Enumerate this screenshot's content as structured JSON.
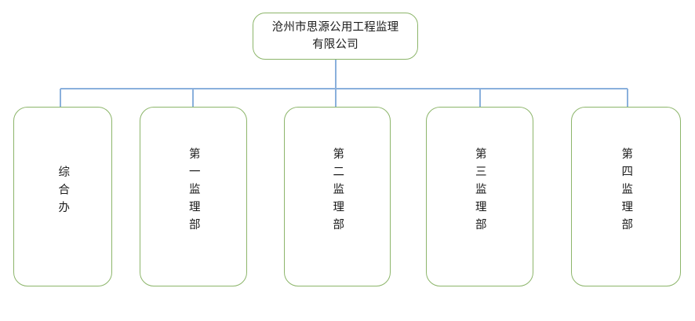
{
  "diagram": {
    "type": "organization-chart",
    "title_text": "沧州市思源公用工程监理有限公司",
    "root": {
      "label": "沧州市思源公用工程监理有限公司",
      "orientation": "horizontal"
    },
    "children": [
      {
        "label": "综合办",
        "orientation": "vertical"
      },
      {
        "label": "第一监理部",
        "orientation": "vertical"
      },
      {
        "label": "第二监理部",
        "orientation": "vertical"
      },
      {
        "label": "第三监理部",
        "orientation": "vertical"
      },
      {
        "label": "第四监理部",
        "orientation": "vertical"
      }
    ],
    "colors": {
      "node_border": "#8cb56a",
      "node_fill": "#ffffff",
      "connector": "#8ab0dc",
      "text": "#1b1b1b",
      "background": "#ffffff"
    }
  }
}
